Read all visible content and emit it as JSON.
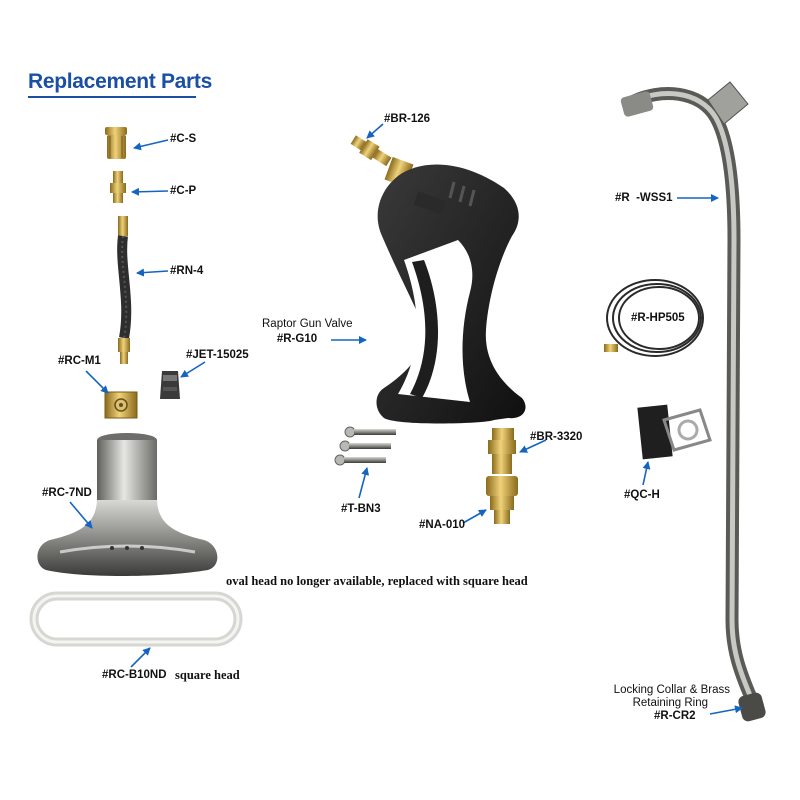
{
  "title": "Replacement Parts",
  "colors": {
    "title": "#1a4fa3",
    "arrow": "#1565c0",
    "brass": "#c9a23c",
    "steel": "#9a9a96",
    "gun": "#1f1f1f"
  },
  "labels": {
    "cs": "#C-S",
    "cp": "#C-P",
    "rn4": "#RN-4",
    "rcm1": "#RC-M1",
    "jet": "#JET-15025",
    "rc7nd": "#RC-7ND",
    "br126": "#BR-126",
    "raptor_line1": "Raptor Gun Valve",
    "raptor_line2": "#R-G10",
    "tbn3": "#T-BN3",
    "br3320": "#BR-3320",
    "na010": "#NA-010",
    "rwss1": "#R  -WSS1",
    "rhp505": "#R-HP505",
    "qch": "#QC-H",
    "collar_line1": "Locking Collar & Brass",
    "collar_line2": "Retaining Ring",
    "collar_line3": "#R-CR2",
    "rcb10nd": "#RC-B10ND"
  },
  "notes": {
    "oval": "oval head no longer available, replaced with square head",
    "square": "square head"
  }
}
